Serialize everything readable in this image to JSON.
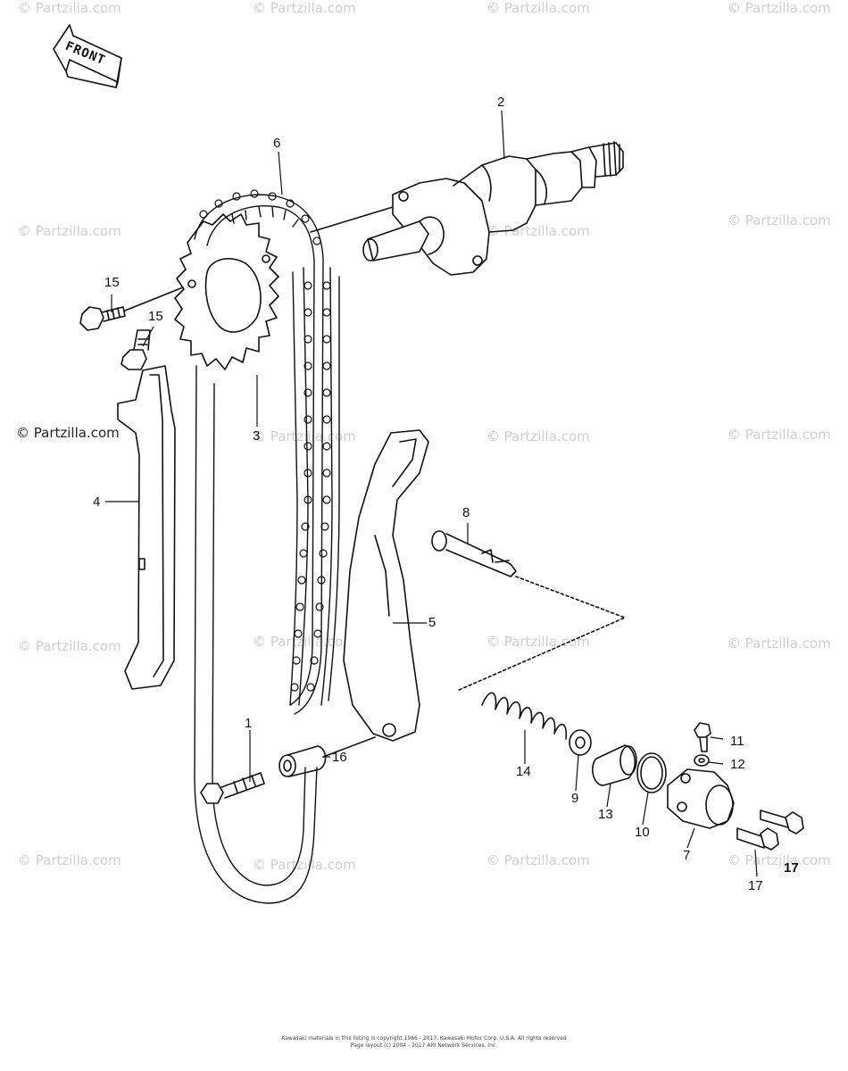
{
  "watermark": "© Partzilla.com",
  "front_label": "FRONT",
  "callouts": {
    "c1": "1",
    "c2": "2",
    "c3": "3",
    "c4": "4",
    "c5": "5",
    "c6": "6",
    "c7": "7",
    "c8": "8",
    "c9": "9",
    "c10": "10",
    "c11": "11",
    "c12": "12",
    "c13": "13",
    "c14": "14",
    "c15a": "15",
    "c15b": "15",
    "c16": "16",
    "c17a": "17",
    "c17b": "17"
  },
  "footer": {
    "line1": "Kawasaki materials in this listing is copyright 1966 - 2017, Kawasaki Motor Corp. U.S.A. All rights reserved",
    "line2": "Page layout (c) 2004 - 2017 ARI Network Services, Inc."
  }
}
